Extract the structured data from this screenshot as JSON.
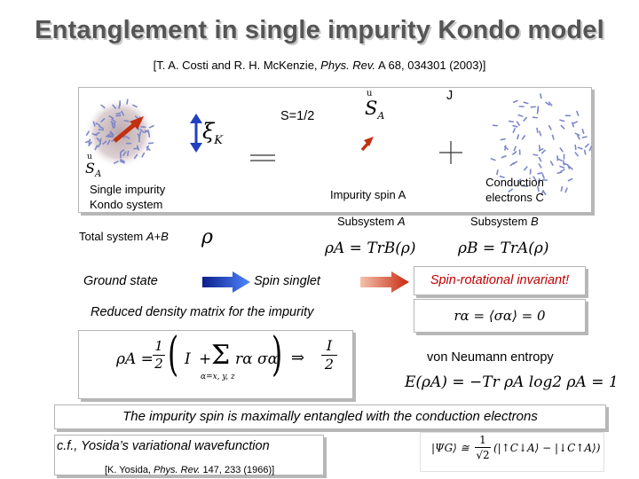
{
  "title": "Entanglement in single impurity Kondo model",
  "reference_top": {
    "prefix": "[T. A. Costi and R. H. McKenzie,",
    "journal": "Phys. Rev.",
    "suffix": "A 68, 034301 (2003)]"
  },
  "diagram": {
    "left_label_line1": "Single impurity",
    "left_label_line2": "Kondo system",
    "xi_symbol": "ξ",
    "xi_subscript": "K",
    "spin_label": "S=1/2",
    "spin_symbol": "S",
    "spin_subscript": "A",
    "spin_hat": "u",
    "coupling_label": "J",
    "equals_sign": "=",
    "plus_sign": "+",
    "impurity_label": "Impurity spin A",
    "conduction_line1": "Conduction",
    "conduction_line2": "electrons C",
    "subsystem_a_prefix": "Subsystem",
    "subsystem_a_letter": "A",
    "subsystem_b_prefix": "Subsystem",
    "subsystem_b_letter": "B"
  },
  "total_system": {
    "prefix": "Total system",
    "suffix": "A+B",
    "rho": "ρ"
  },
  "density_eqs": {
    "rho_a": "ρA = TrB(ρ)",
    "rho_b": "ρB = TrA(ρ)"
  },
  "flow": {
    "ground_state": "Ground state",
    "spin_singlet": "Spin singlet",
    "invariant": "Spin-rotational invariant!"
  },
  "reduced_label": "Reduced density matrix for the impurity",
  "r_alpha_eq": "rα = ⟨σα⟩ = 0",
  "von_neumann_label": "von Neumann entropy",
  "rho_formula": {
    "lhs": "ρA = ",
    "half": "1",
    "two": "2",
    "identity": "I",
    "plus": "+",
    "sum": "Σ",
    "sum_sub": "α=x, y, z",
    "term": "rα σα",
    "implies": "⇒",
    "result_num": "I",
    "result_den": "2"
  },
  "entropy_eq": "E(ρA) = −Tr ρA log2 ρA = 1",
  "conclusion": "The impurity spin is maximally entangled with the conduction electrons",
  "yosida": {
    "cf": "c.f.,  Yosida’s variational wavefunction",
    "ref_prefix": "[K. Yosida,",
    "ref_journal": "Phys. Rev.",
    "ref_suffix": "147, 233 (1966)]",
    "psi_lhs": "|ΨG⟩ ≅",
    "psi_one": "1",
    "psi_sqrt2": "√2",
    "psi_rhs": "(|↑C↓A⟩ − |↓C↑A⟩)"
  },
  "colors": {
    "title_gray": "#555555",
    "blue_arrow": "#2a5bd8",
    "red_arrow": "#d03a1e",
    "cloud_dots": "#7d87c8"
  }
}
